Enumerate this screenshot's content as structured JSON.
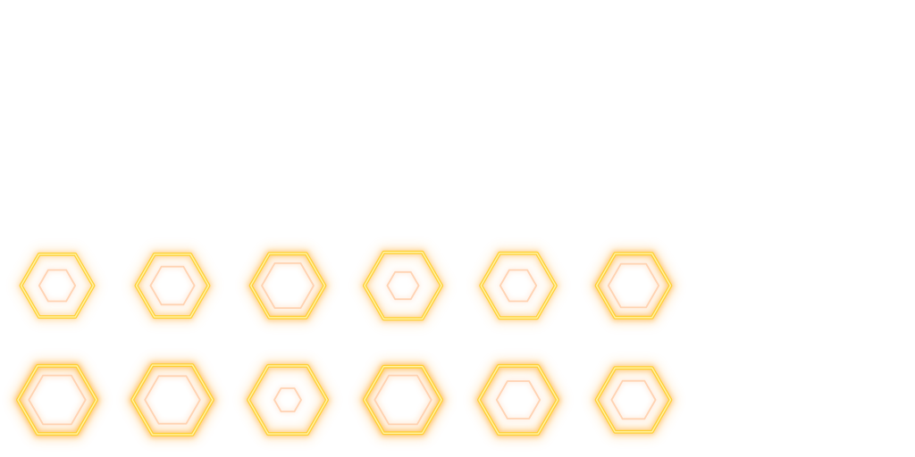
{
  "sprite_sheet": {
    "background": "#ffffff",
    "colors": {
      "outer_glow": "#ffb347",
      "outer_ring": "#ffcf2e",
      "outer_core": "#fff6b0",
      "inner_ring": "#ffc9a3",
      "inner_glow": "#ffe6d2"
    },
    "frames": [
      {
        "name": "hex-frame-1",
        "outer": 0.92,
        "inner": 0.46,
        "glow": 0.35
      },
      {
        "name": "hex-frame-2",
        "outer": 0.92,
        "inner": 0.56,
        "glow": 0.55
      },
      {
        "name": "hex-frame-3",
        "outer": 0.94,
        "inner": 0.66,
        "glow": 0.75
      },
      {
        "name": "hex-frame-4",
        "outer": 0.98,
        "inner": 0.4,
        "glow": 0.55
      },
      {
        "name": "hex-frame-5",
        "outer": 0.95,
        "inner": 0.46,
        "glow": 0.45
      },
      {
        "name": "hex-frame-6",
        "outer": 0.94,
        "inner": 0.64,
        "glow": 0.85
      },
      {
        "name": "hex-frame-7",
        "outer": 1.0,
        "inner": 0.72,
        "glow": 1.0
      },
      {
        "name": "hex-frame-8",
        "outer": 1.02,
        "inner": 0.7,
        "glow": 0.95
      },
      {
        "name": "hex-frame-9",
        "outer": 1.0,
        "inner": 0.34,
        "glow": 0.7
      },
      {
        "name": "hex-frame-10",
        "outer": 0.98,
        "inner": 0.72,
        "glow": 1.0
      },
      {
        "name": "hex-frame-11",
        "outer": 1.0,
        "inner": 0.55,
        "glow": 0.9
      },
      {
        "name": "hex-frame-12",
        "outer": 0.94,
        "inner": 0.56,
        "glow": 0.75
      }
    ]
  }
}
